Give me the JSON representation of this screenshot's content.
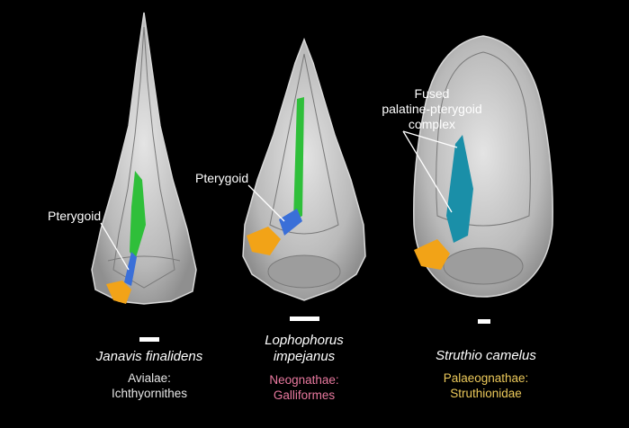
{
  "labels": {
    "pterygoid_left": "Pterygoid",
    "pterygoid_middle": "Pterygoid",
    "fused_line1": "Fused",
    "fused_line2": "palatine-pterygoid",
    "fused_line3": "complex"
  },
  "specimens": [
    {
      "species": "Janavis finalidens",
      "taxon_line1": "Avialae:",
      "taxon_line2": "Ichthyornithes",
      "taxon_color": "#e6e6e6"
    },
    {
      "species_line1": "Lophophorus",
      "species_line2": "impejanus",
      "taxon_line1": "Neognathae:",
      "taxon_line2": "Galliformes",
      "taxon_color": "#e9799f"
    },
    {
      "species": "Struthio camelus",
      "taxon_line1": "Palaeognathae:",
      "taxon_line2": "Struthionidae",
      "taxon_color": "#ecc95a"
    }
  ],
  "colors": {
    "background": "#000000",
    "bone": "#c9c9c9",
    "pterygoid": "#3a6fd8",
    "palatine": "#2fbf3a",
    "quadrate": "#f2a317",
    "fused_complex": "#1a8fa8"
  }
}
